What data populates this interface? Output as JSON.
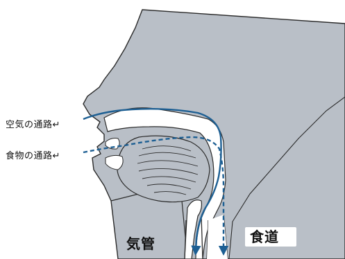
{
  "labels": {
    "air_path": "空気の通路↵",
    "food_path": "食物の通路↵",
    "trachea": "気管",
    "esophagus": "食道"
  },
  "colors": {
    "tissue": "#b9bfc7",
    "cavity": "#ffffff",
    "outline": "#2a2a2a",
    "air_arrow": "#1d5f93",
    "food_arrow": "#1d5f93",
    "text": "#111111"
  }
}
